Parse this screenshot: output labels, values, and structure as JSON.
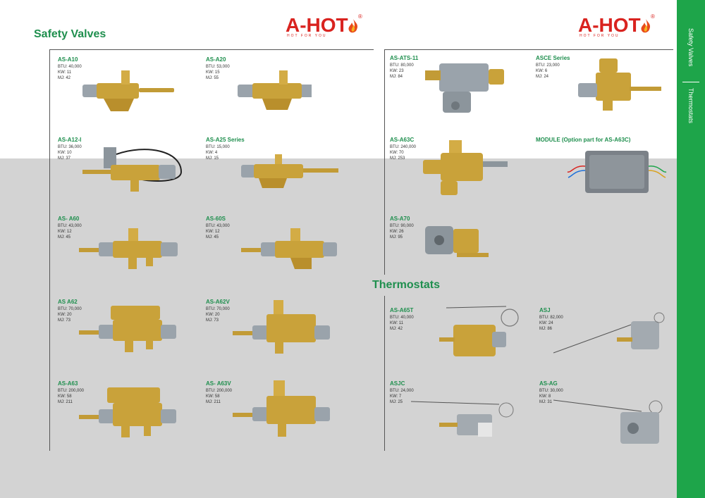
{
  "titles": {
    "safety_valves": "Safety Valves",
    "thermostats": "Thermostats"
  },
  "brand": {
    "name": "A-HOT",
    "tagline": "HOT FOR YOU",
    "reg": "®"
  },
  "side_tabs": [
    "Safety Valves",
    "Thermostats"
  ],
  "colors": {
    "brand_green": "#1f8f4e",
    "tab_green": "#1ea54a",
    "brand_red": "#d9231f",
    "band_grey": "#d3d3d3"
  },
  "products": [
    {
      "name": "AS-A10",
      "btu": "BTU: 40,000",
      "kw": "KW: 11",
      "mj": "MJ: 42"
    },
    {
      "name": "AS-A20",
      "btu": "BTU: 53,000",
      "kw": "KW: 15",
      "mj": "MJ: 55"
    },
    {
      "name": "AS-A12-I",
      "btu": "BTU: 36,000",
      "kw": "KW: 10",
      "mj": "MJ: 37"
    },
    {
      "name": "AS-A25 Series",
      "btu": "BTU: 15,000",
      "kw": "KW: 4",
      "mj": "MJ: 15"
    },
    {
      "name": "AS- A60",
      "btu": "BTU: 43,000",
      "kw": "KW: 12",
      "mj": "MJ: 45"
    },
    {
      "name": "AS-60S",
      "btu": "BTU: 43,000",
      "kw": "KW: 12",
      "mj": "MJ: 45"
    },
    {
      "name": "AS A62",
      "btu": "BTU: 70,000",
      "kw": "KW: 20",
      "mj": "MJ: 73"
    },
    {
      "name": "AS-A62V",
      "btu": "BTU: 70,000",
      "kw": "KW: 20",
      "mj": "MJ: 73"
    },
    {
      "name": "AS-A63",
      "btu": "BTU: 200,000",
      "kw": "KW: 58",
      "mj": "MJ: 211"
    },
    {
      "name": "AS- A63V",
      "btu": "BTU: 200,000",
      "kw": "KW: 58",
      "mj": "MJ: 211"
    },
    {
      "name": "AS-ATS-11",
      "btu": "BTU: 80,000",
      "kw": "KW: 23",
      "mj": "MJ: 84"
    },
    {
      "name": "ASCE Series",
      "btu": "BTU: 23,000",
      "kw": "KW: 6",
      "mj": "MJ: 24"
    },
    {
      "name": "AS-A63C",
      "btu": "BTU: 240,000",
      "kw": "KW: 70",
      "mj": "MJ: 253"
    },
    {
      "name": "MODULE (Option part for AS-A63C)",
      "btu": "",
      "kw": "",
      "mj": ""
    },
    {
      "name": "AS-A70",
      "btu": "BTU: 90,000",
      "kw": "KW: 26",
      "mj": "MJ: 95"
    },
    {
      "name": "AS-A65T",
      "btu": "BTU: 40,000",
      "kw": "KW: 11",
      "mj": "MJ: 42"
    },
    {
      "name": "ASJ",
      "btu": "BTU: 82,000",
      "kw": "KW: 24",
      "mj": "MJ: 86"
    },
    {
      "name": "ASJC",
      "btu": "BTU: 24,000",
      "kw": "KW: 7",
      "mj": "MJ: 25"
    },
    {
      "name": "AS-AG",
      "btu": "BTU: 30,000",
      "kw": "KW: 8",
      "mj": "MJ: 31"
    }
  ]
}
